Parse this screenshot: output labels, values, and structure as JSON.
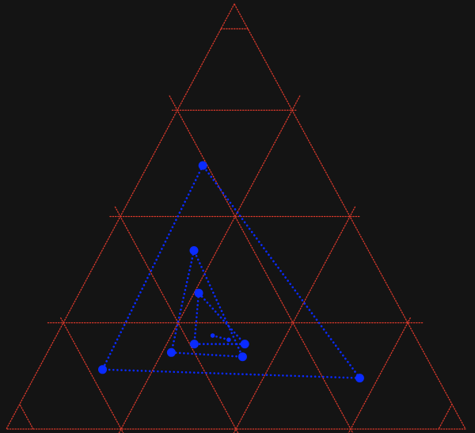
{
  "diagram": {
    "type": "ternary",
    "background_color": "#141414",
    "grid_color": "#d8392b",
    "series_color": "#0a2bff",
    "grid_divisions": 4,
    "outer_ticks": true
  },
  "chart_data": {
    "type": "scatter",
    "coordinate_system": "ternary",
    "series": [
      {
        "points": [
          {
            "top": 0.62,
            "left": 0.26,
            "right": 0.12
          },
          {
            "top": 0.14,
            "left": 0.72,
            "right": 0.14
          },
          {
            "top": 0.12,
            "left": 0.17,
            "right": 0.71
          }
        ],
        "closed": true,
        "marker": "large"
      },
      {
        "points": [
          {
            "top": 0.42,
            "left": 0.38,
            "right": 0.2
          },
          {
            "top": 0.18,
            "left": 0.55,
            "right": 0.27
          },
          {
            "top": 0.17,
            "left": 0.4,
            "right": 0.43
          }
        ],
        "closed": true,
        "marker": "large"
      },
      {
        "points": [
          {
            "top": 0.32,
            "left": 0.42,
            "right": 0.26
          },
          {
            "top": 0.2,
            "left": 0.49,
            "right": 0.31
          },
          {
            "top": 0.2,
            "left": 0.38,
            "right": 0.42
          }
        ],
        "closed": true,
        "marker": "large"
      },
      {
        "points": [
          {
            "top": 0.22,
            "left": 0.44,
            "right": 0.34
          },
          {
            "top": 0.21,
            "left": 0.41,
            "right": 0.38
          }
        ],
        "closed": false,
        "marker": "small"
      }
    ]
  }
}
